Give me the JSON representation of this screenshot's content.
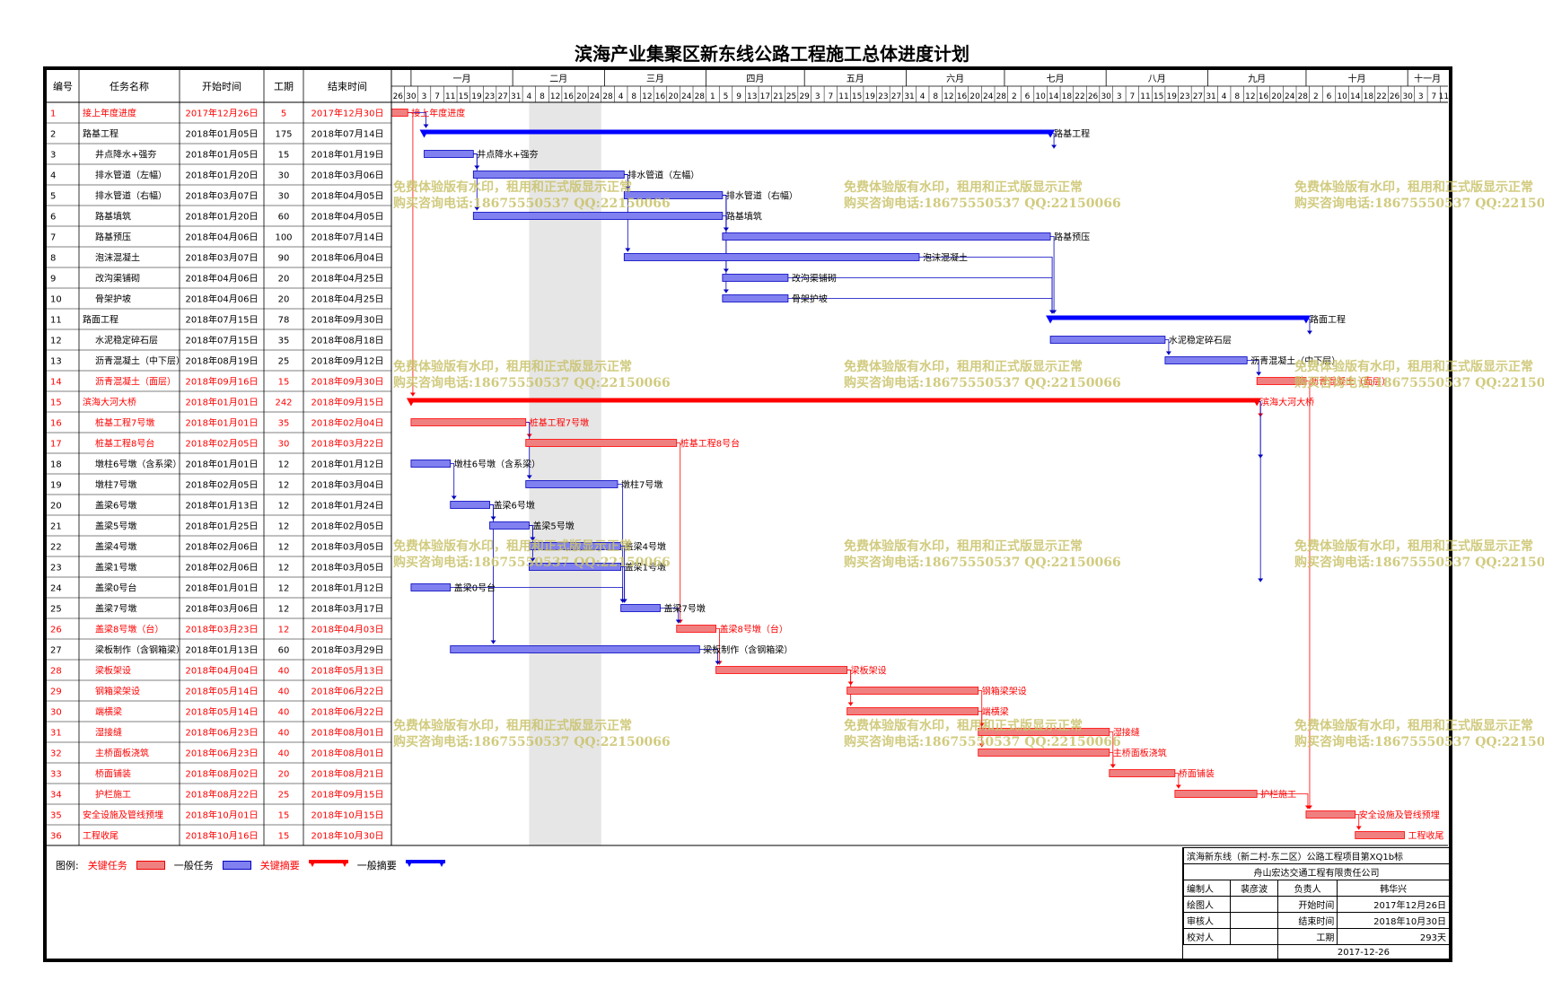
{
  "title": "滨海产业集聚区新东线公路工程施工总体进度计划",
  "table_headers": [
    "编号",
    "任务名称",
    "开始时间",
    "工期",
    "结束时间"
  ],
  "months": [
    "一月",
    "二月",
    "三月",
    "四月",
    "五月",
    "六月",
    "七月",
    "八月",
    "九月",
    "十月",
    "十一月"
  ],
  "day_ticks": [
    {
      "date": "2017-12-26",
      "label": "26"
    },
    {
      "date": "2017-12-30",
      "label": "30"
    },
    {
      "date": "2018-01-03",
      "label": "3"
    },
    {
      "date": "2018-01-07",
      "label": "7"
    },
    {
      "date": "2018-01-11",
      "label": "11"
    },
    {
      "date": "2018-01-15",
      "label": "15"
    },
    {
      "date": "2018-01-19",
      "label": "19"
    },
    {
      "date": "2018-01-23",
      "label": "23"
    },
    {
      "date": "2018-01-27",
      "label": "27"
    },
    {
      "date": "2018-01-31",
      "label": "31"
    },
    {
      "date": "2018-02-04",
      "label": "4"
    },
    {
      "date": "2018-02-08",
      "label": "8"
    },
    {
      "date": "2018-02-12",
      "label": "12"
    },
    {
      "date": "2018-02-16",
      "label": "16"
    },
    {
      "date": "2018-02-20",
      "label": "20"
    },
    {
      "date": "2018-02-24",
      "label": "24"
    },
    {
      "date": "2018-02-28",
      "label": "28"
    },
    {
      "date": "2018-03-04",
      "label": "4"
    },
    {
      "date": "2018-03-08",
      "label": "8"
    },
    {
      "date": "2018-03-12",
      "label": "12"
    },
    {
      "date": "2018-03-16",
      "label": "16"
    },
    {
      "date": "2018-03-20",
      "label": "20"
    },
    {
      "date": "2018-03-24",
      "label": "24"
    },
    {
      "date": "2018-03-28",
      "label": "28"
    },
    {
      "date": "2018-04-01",
      "label": "1"
    },
    {
      "date": "2018-04-05",
      "label": "5"
    },
    {
      "date": "2018-04-09",
      "label": "9"
    },
    {
      "date": "2018-04-13",
      "label": "13"
    },
    {
      "date": "2018-04-17",
      "label": "17"
    },
    {
      "date": "2018-04-21",
      "label": "21"
    },
    {
      "date": "2018-04-25",
      "label": "25"
    },
    {
      "date": "2018-04-29",
      "label": "29"
    },
    {
      "date": "2018-05-03",
      "label": "3"
    },
    {
      "date": "2018-05-07",
      "label": "7"
    },
    {
      "date": "2018-05-11",
      "label": "11"
    },
    {
      "date": "2018-05-15",
      "label": "15"
    },
    {
      "date": "2018-05-19",
      "label": "19"
    },
    {
      "date": "2018-05-23",
      "label": "23"
    },
    {
      "date": "2018-05-27",
      "label": "27"
    },
    {
      "date": "2018-05-31",
      "label": "31"
    },
    {
      "date": "2018-06-04",
      "label": "4"
    },
    {
      "date": "2018-06-08",
      "label": "8"
    },
    {
      "date": "2018-06-12",
      "label": "12"
    },
    {
      "date": "2018-06-16",
      "label": "16"
    },
    {
      "date": "2018-06-20",
      "label": "20"
    },
    {
      "date": "2018-06-24",
      "label": "24"
    },
    {
      "date": "2018-06-28",
      "label": "28"
    },
    {
      "date": "2018-07-02",
      "label": "2"
    },
    {
      "date": "2018-07-06",
      "label": "6"
    },
    {
      "date": "2018-07-10",
      "label": "10"
    },
    {
      "date": "2018-07-14",
      "label": "14"
    },
    {
      "date": "2018-07-18",
      "label": "18"
    },
    {
      "date": "2018-07-22",
      "label": "22"
    },
    {
      "date": "2018-07-26",
      "label": "26"
    },
    {
      "date": "2018-07-30",
      "label": "30"
    },
    {
      "date": "2018-08-03",
      "label": "3"
    },
    {
      "date": "2018-08-07",
      "label": "7"
    },
    {
      "date": "2018-08-11",
      "label": "11"
    },
    {
      "date": "2018-08-15",
      "label": "15"
    },
    {
      "date": "2018-08-19",
      "label": "19"
    },
    {
      "date": "2018-08-23",
      "label": "23"
    },
    {
      "date": "2018-08-27",
      "label": "27"
    },
    {
      "date": "2018-08-31",
      "label": "31"
    },
    {
      "date": "2018-09-04",
      "label": "4"
    },
    {
      "date": "2018-09-08",
      "label": "8"
    },
    {
      "date": "2018-09-12",
      "label": "12"
    },
    {
      "date": "2018-09-16",
      "label": "16"
    },
    {
      "date": "2018-09-20",
      "label": "20"
    },
    {
      "date": "2018-09-24",
      "label": "24"
    },
    {
      "date": "2018-09-28",
      "label": "28"
    },
    {
      "date": "2018-10-02",
      "label": "2"
    },
    {
      "date": "2018-10-06",
      "label": "6"
    },
    {
      "date": "2018-10-10",
      "label": "10"
    },
    {
      "date": "2018-10-14",
      "label": "14"
    },
    {
      "date": "2018-10-18",
      "label": "18"
    },
    {
      "date": "2018-10-22",
      "label": "22"
    },
    {
      "date": "2018-10-26",
      "label": "26"
    },
    {
      "date": "2018-10-30",
      "label": "30"
    },
    {
      "date": "2018-11-03",
      "label": "3"
    },
    {
      "date": "2018-11-07",
      "label": "7"
    },
    {
      "date": "2018-11-11",
      "label": "11"
    }
  ],
  "chart_data": {
    "type": "gantt",
    "x_range": [
      "2017-12-26",
      "2018-11-13"
    ],
    "highlight_band": [
      "2018-02-06",
      "2018-02-28"
    ],
    "tasks": [
      {
        "id": "1",
        "name": "接上年度进度",
        "start": "2017年12月26日",
        "duration": "5",
        "end": "2017年12月30日",
        "s": "2017-12-26",
        "e": "2017-12-30",
        "kind": "crit",
        "indent": 0,
        "bar_label": "接上年度进度"
      },
      {
        "id": "2",
        "name": "路基工程",
        "start": "2018年01月05日",
        "duration": "175",
        "end": "2018年07月14日",
        "s": "2018-01-05",
        "e": "2018-07-14",
        "kind": "sum",
        "indent": 0,
        "bar_label": "路基工程"
      },
      {
        "id": "3",
        "name": "井点降水+强夯",
        "start": "2018年01月05日",
        "duration": "15",
        "end": "2018年01月19日",
        "s": "2018-01-05",
        "e": "2018-01-19",
        "kind": "norm",
        "indent": 1,
        "bar_label": "井点降水+强夯"
      },
      {
        "id": "4",
        "name": "排水管道（左幅）",
        "start": "2018年01月20日",
        "duration": "30",
        "end": "2018年03月06日",
        "s": "2018-01-20",
        "e": "2018-03-06",
        "kind": "norm",
        "indent": 1,
        "bar_label": "排水管道（左幅）"
      },
      {
        "id": "5",
        "name": "排水管道（右幅）",
        "start": "2018年03月07日",
        "duration": "30",
        "end": "2018年04月05日",
        "s": "2018-03-07",
        "e": "2018-04-05",
        "kind": "norm",
        "indent": 1,
        "bar_label": "排水管道（右幅）"
      },
      {
        "id": "6",
        "name": "路基填筑",
        "start": "2018年01月20日",
        "duration": "60",
        "end": "2018年04月05日",
        "s": "2018-01-20",
        "e": "2018-04-05",
        "kind": "norm",
        "indent": 1,
        "bar_label": "路基填筑"
      },
      {
        "id": "7",
        "name": "路基预压",
        "start": "2018年04月06日",
        "duration": "100",
        "end": "2018年07月14日",
        "s": "2018-04-06",
        "e": "2018-07-14",
        "kind": "norm",
        "indent": 1,
        "bar_label": "路基预压"
      },
      {
        "id": "8",
        "name": "泡沫混凝土",
        "start": "2018年03月07日",
        "duration": "90",
        "end": "2018年06月04日",
        "s": "2018-03-07",
        "e": "2018-06-04",
        "kind": "norm",
        "indent": 1,
        "bar_label": "泡沫混凝土"
      },
      {
        "id": "9",
        "name": "改沟渠铺砌",
        "start": "2018年04月06日",
        "duration": "20",
        "end": "2018年04月25日",
        "s": "2018-04-06",
        "e": "2018-04-25",
        "kind": "norm",
        "indent": 1,
        "bar_label": "改沟渠铺砌"
      },
      {
        "id": "10",
        "name": "骨架护坡",
        "start": "2018年04月06日",
        "duration": "20",
        "end": "2018年04月25日",
        "s": "2018-04-06",
        "e": "2018-04-25",
        "kind": "norm",
        "indent": 1,
        "bar_label": "骨架护坡"
      },
      {
        "id": "11",
        "name": "路面工程",
        "start": "2018年07月15日",
        "duration": "78",
        "end": "2018年09月30日",
        "s": "2018-07-15",
        "e": "2018-09-30",
        "kind": "sum",
        "indent": 0,
        "bar_label": "路面工程"
      },
      {
        "id": "12",
        "name": "水泥稳定碎石层",
        "start": "2018年07月15日",
        "duration": "35",
        "end": "2018年08月18日",
        "s": "2018-07-15",
        "e": "2018-08-18",
        "kind": "norm",
        "indent": 1,
        "bar_label": "水泥稳定碎石层"
      },
      {
        "id": "13",
        "name": "沥青混凝土（中下层）",
        "start": "2018年08月19日",
        "duration": "25",
        "end": "2018年09月12日",
        "s": "2018-08-19",
        "e": "2018-09-12",
        "kind": "norm",
        "indent": 1,
        "bar_label": "沥青混凝土（中下层）"
      },
      {
        "id": "14",
        "name": "沥青混凝土（面层）",
        "start": "2018年09月16日",
        "duration": "15",
        "end": "2018年09月30日",
        "s": "2018-09-16",
        "e": "2018-09-30",
        "kind": "crit",
        "indent": 1,
        "bar_label": "沥青混凝土（面层）"
      },
      {
        "id": "15",
        "name": "滨海大河大桥",
        "start": "2018年01月01日",
        "duration": "242",
        "end": "2018年09月15日",
        "s": "2018-01-01",
        "e": "2018-09-15",
        "kind": "critsum",
        "indent": 0,
        "bar_label": "滨海大河大桥"
      },
      {
        "id": "16",
        "name": "桩基工程7号墩",
        "start": "2018年01月01日",
        "duration": "35",
        "end": "2018年02月04日",
        "s": "2018-01-01",
        "e": "2018-02-04",
        "kind": "crit",
        "indent": 1,
        "bar_label": "桩基工程7号墩"
      },
      {
        "id": "17",
        "name": "桩基工程8号台",
        "start": "2018年02月05日",
        "duration": "30",
        "end": "2018年03月22日",
        "s": "2018-02-05",
        "e": "2018-03-22",
        "kind": "crit",
        "indent": 1,
        "bar_label": "桩基工程8号台"
      },
      {
        "id": "18",
        "name": "墩柱6号墩（含系梁）",
        "start": "2018年01月01日",
        "duration": "12",
        "end": "2018年01月12日",
        "s": "2018-01-01",
        "e": "2018-01-12",
        "kind": "norm",
        "indent": 1,
        "bar_label": "墩柱6号墩（含系梁）"
      },
      {
        "id": "19",
        "name": "墩柱7号墩",
        "start": "2018年02月05日",
        "duration": "12",
        "end": "2018年03月04日",
        "s": "2018-02-05",
        "e": "2018-03-04",
        "kind": "norm",
        "indent": 1,
        "bar_label": "墩柱7号墩"
      },
      {
        "id": "20",
        "name": "盖梁6号墩",
        "start": "2018年01月13日",
        "duration": "12",
        "end": "2018年01月24日",
        "s": "2018-01-13",
        "e": "2018-01-24",
        "kind": "norm",
        "indent": 1,
        "bar_label": "盖梁6号墩"
      },
      {
        "id": "21",
        "name": "盖梁5号墩",
        "start": "2018年01月25日",
        "duration": "12",
        "end": "2018年02月05日",
        "s": "2018-01-25",
        "e": "2018-02-05",
        "kind": "norm",
        "indent": 1,
        "bar_label": "盖梁5号墩"
      },
      {
        "id": "22",
        "name": "盖梁4号墩",
        "start": "2018年02月06日",
        "duration": "12",
        "end": "2018年03月05日",
        "s": "2018-02-06",
        "e": "2018-03-05",
        "kind": "norm",
        "indent": 1,
        "bar_label": "盖梁4号墩"
      },
      {
        "id": "23",
        "name": "盖梁1号墩",
        "start": "2018年02月06日",
        "duration": "12",
        "end": "2018年03月05日",
        "s": "2018-02-06",
        "e": "2018-03-05",
        "kind": "norm",
        "indent": 1,
        "bar_label": "盖梁1号墩"
      },
      {
        "id": "24",
        "name": "盖梁0号台",
        "start": "2018年01月01日",
        "duration": "12",
        "end": "2018年01月12日",
        "s": "2018-01-01",
        "e": "2018-01-12",
        "kind": "norm",
        "indent": 1,
        "bar_label": "盖梁0号台"
      },
      {
        "id": "25",
        "name": "盖梁7号墩",
        "start": "2018年03月06日",
        "duration": "12",
        "end": "2018年03月17日",
        "s": "2018-03-06",
        "e": "2018-03-17",
        "kind": "norm",
        "indent": 1,
        "bar_label": "盖梁7号墩"
      },
      {
        "id": "26",
        "name": "盖梁8号墩（台）",
        "start": "2018年03月23日",
        "duration": "12",
        "end": "2018年04月03日",
        "s": "2018-03-23",
        "e": "2018-04-03",
        "kind": "crit",
        "indent": 1,
        "bar_label": "盖梁8号墩（台）"
      },
      {
        "id": "27",
        "name": "梁板制作（含钢箱梁）",
        "start": "2018年01月13日",
        "duration": "60",
        "end": "2018年03月29日",
        "s": "2018-01-13",
        "e": "2018-03-29",
        "kind": "norm",
        "indent": 1,
        "bar_label": "梁板制作（含钢箱梁）"
      },
      {
        "id": "28",
        "name": "梁板架设",
        "start": "2018年04月04日",
        "duration": "40",
        "end": "2018年05月13日",
        "s": "2018-04-04",
        "e": "2018-05-13",
        "kind": "crit",
        "indent": 1,
        "bar_label": "梁板架设"
      },
      {
        "id": "29",
        "name": "钢箱梁架设",
        "start": "2018年05月14日",
        "duration": "40",
        "end": "2018年06月22日",
        "s": "2018-05-14",
        "e": "2018-06-22",
        "kind": "crit",
        "indent": 1,
        "bar_label": "钢箱梁架设"
      },
      {
        "id": "30",
        "name": "端横梁",
        "start": "2018年05月14日",
        "duration": "40",
        "end": "2018年06月22日",
        "s": "2018-05-14",
        "e": "2018-06-22",
        "kind": "crit",
        "indent": 1,
        "bar_label": "端横梁"
      },
      {
        "id": "31",
        "name": "湿接缝",
        "start": "2018年06月23日",
        "duration": "40",
        "end": "2018年08月01日",
        "s": "2018-06-23",
        "e": "2018-08-01",
        "kind": "crit",
        "indent": 1,
        "bar_label": "湿接缝"
      },
      {
        "id": "32",
        "name": "主桥面板浇筑",
        "start": "2018年06月23日",
        "duration": "40",
        "end": "2018年08月01日",
        "s": "2018-06-23",
        "e": "2018-08-01",
        "kind": "crit",
        "indent": 1,
        "bar_label": "主桥面板浇筑"
      },
      {
        "id": "33",
        "name": "桥面铺装",
        "start": "2018年08月02日",
        "duration": "20",
        "end": "2018年08月21日",
        "s": "2018-08-02",
        "e": "2018-08-21",
        "kind": "crit",
        "indent": 1,
        "bar_label": "桥面铺装"
      },
      {
        "id": "34",
        "name": "护栏施工",
        "start": "2018年08月22日",
        "duration": "25",
        "end": "2018年09月15日",
        "s": "2018-08-22",
        "e": "2018-09-15",
        "kind": "crit",
        "indent": 1,
        "bar_label": "护栏施工"
      },
      {
        "id": "35",
        "name": "安全设施及管线预埋",
        "start": "2018年10月01日",
        "duration": "15",
        "end": "2018年10月15日",
        "s": "2018-10-01",
        "e": "2018-10-15",
        "kind": "crit",
        "indent": 0,
        "bar_label": "安全设施及管线预埋"
      },
      {
        "id": "36",
        "name": "工程收尾",
        "start": "2018年10月16日",
        "duration": "15",
        "end": "2018年10月30日",
        "s": "2018-10-16",
        "e": "2018-10-30",
        "kind": "crit",
        "indent": 0,
        "bar_label": "工程收尾"
      }
    ],
    "links": [
      [
        1,
        2
      ],
      [
        1,
        15
      ],
      [
        2,
        3
      ],
      [
        3,
        4
      ],
      [
        3,
        6
      ],
      [
        4,
        5
      ],
      [
        4,
        8
      ],
      [
        5,
        7
      ],
      [
        5,
        9
      ],
      [
        5,
        10
      ],
      [
        6,
        7
      ],
      [
        7,
        11
      ],
      [
        8,
        11
      ],
      [
        9,
        11
      ],
      [
        10,
        11
      ],
      [
        11,
        12
      ],
      [
        12,
        13
      ],
      [
        13,
        14
      ],
      [
        14,
        35
      ],
      [
        15,
        16
      ],
      [
        15,
        18
      ],
      [
        15,
        24
      ],
      [
        16,
        17
      ],
      [
        16,
        19
      ],
      [
        18,
        20
      ],
      [
        20,
        21
      ],
      [
        20,
        27
      ],
      [
        21,
        22
      ],
      [
        21,
        23
      ],
      [
        19,
        25
      ],
      [
        22,
        25
      ],
      [
        23,
        25
      ],
      [
        24,
        25
      ],
      [
        17,
        26
      ],
      [
        25,
        26
      ],
      [
        26,
        28
      ],
      [
        27,
        28
      ],
      [
        28,
        29
      ],
      [
        28,
        30
      ],
      [
        29,
        31
      ],
      [
        30,
        32
      ],
      [
        31,
        33
      ],
      [
        32,
        33
      ],
      [
        33,
        34
      ],
      [
        34,
        35
      ],
      [
        35,
        36
      ]
    ]
  },
  "watermark": {
    "line1": "免费体验版有水印，租用和正式版显示正常",
    "line2": "购买咨询电话:18675550537 QQ:22150066"
  },
  "legend": {
    "label": "图例:",
    "critical_task": "关键任务",
    "normal_task": "一般任务",
    "critical_summary": "关键摘要",
    "normal_summary": "一般摘要"
  },
  "info": {
    "project": "滨海新东线（新二村-东二区）公路工程项目第XQ1b标",
    "company": "舟山宏达交通工程有限责任公司",
    "rows": [
      [
        "编制人",
        "裴彦波",
        "负责人",
        "韩华兴"
      ],
      [
        "绘图人",
        "",
        "开始时间",
        "2017年12月26日"
      ],
      [
        "审核人",
        "",
        "结束时间",
        "2018年10月30日"
      ],
      [
        "校对人",
        "",
        "工期",
        "293天"
      ]
    ],
    "date": "2017-12-26"
  },
  "colors": {
    "critical": "#ff0000",
    "critical_fill": "#f08080",
    "normal": "#0000c0",
    "normal_fill": "#8080f0",
    "summary_blue": "#0000ff"
  }
}
